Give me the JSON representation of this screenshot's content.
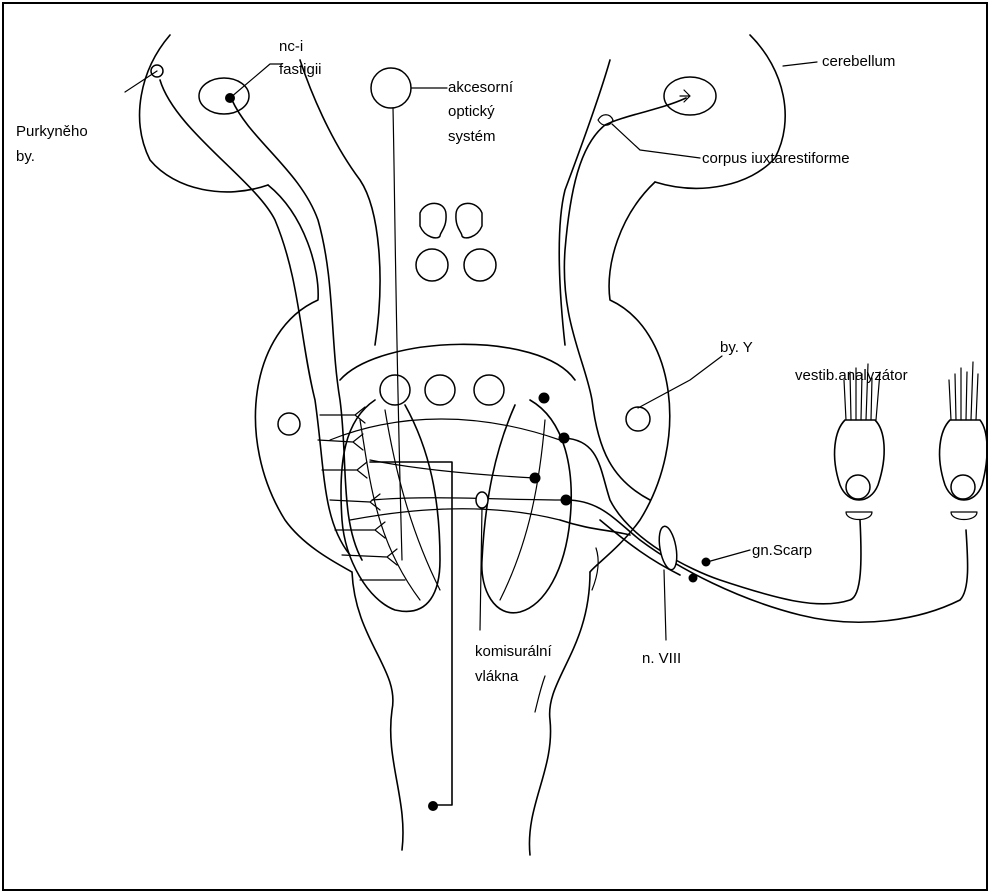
{
  "labels": {
    "purkyne": [
      "Purkyněho",
      "by."
    ],
    "fastigii": [
      "nc-i",
      "fastigii"
    ],
    "optic": [
      "akcesorní",
      "optický",
      "systém"
    ],
    "cerebellum": "cerebellum",
    "juxta": "corpus iuxtarestiforme",
    "byY": "by. Y",
    "analyzer": "vestib.analyzátor",
    "scarp": "gn.Scarp",
    "commissural": [
      "komisurální",
      "vlákna"
    ],
    "nerve": "n. VIII"
  }
}
